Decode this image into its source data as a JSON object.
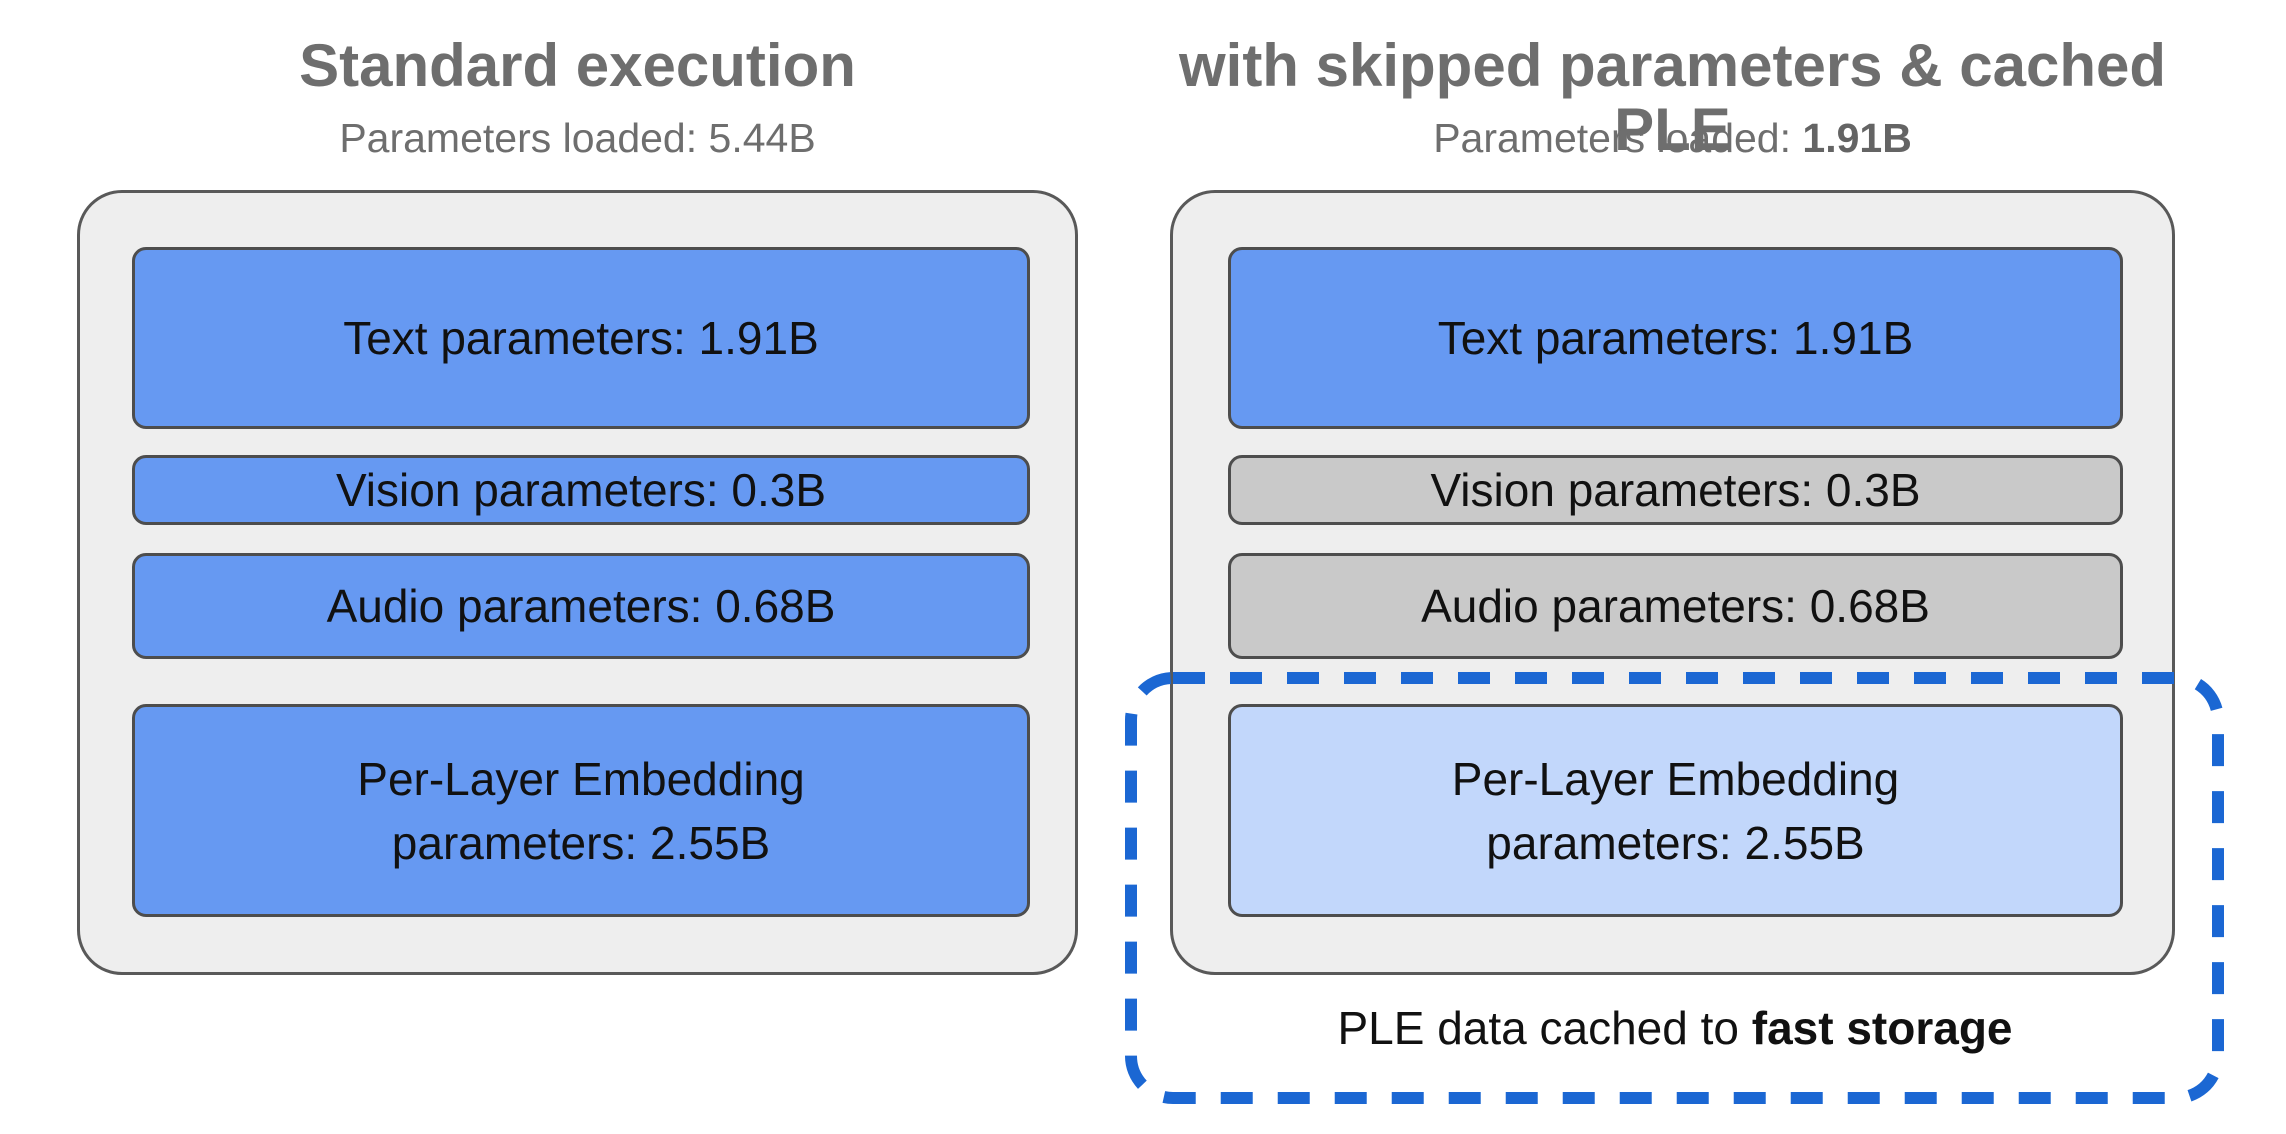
{
  "left_panel": {
    "title": "Standard execution",
    "subtitle_prefix": "Parameters loaded: ",
    "subtitle_value": "5.44B",
    "boxes": {
      "text": "Text parameters: 1.91B",
      "vision": "Vision parameters: 0.3B",
      "audio": "Audio parameters: 0.68B",
      "ple_line1": "Per-Layer Embedding",
      "ple_line2": "parameters: 2.55B"
    }
  },
  "right_panel": {
    "title": "with skipped parameters & cached PLE",
    "subtitle_prefix": "Parameters loaded: ",
    "subtitle_value": "1.91B",
    "boxes": {
      "text": "Text parameters: 1.91B",
      "vision": "Vision parameters: 0.3B",
      "audio": "Audio parameters: 0.68B",
      "ple_line1": "Per-Layer Embedding",
      "ple_line2": "parameters: 2.55B"
    },
    "caption_prefix": "PLE data cached to ",
    "caption_bold": "fast storage"
  },
  "colors": {
    "page_background": "#FFFFFF",
    "title_gray": "#6E6E6E",
    "container_fill": "#EEEEEE",
    "container_border": "#595959",
    "loaded_box_fill": "#6699F2",
    "skipped_box_fill": "#C9C9C9",
    "cached_box_fill": "#C2D7FB",
    "box_border": "#4D4D4D",
    "box_text": "#111111",
    "dashed_outline_blue": "#1B67D3"
  }
}
